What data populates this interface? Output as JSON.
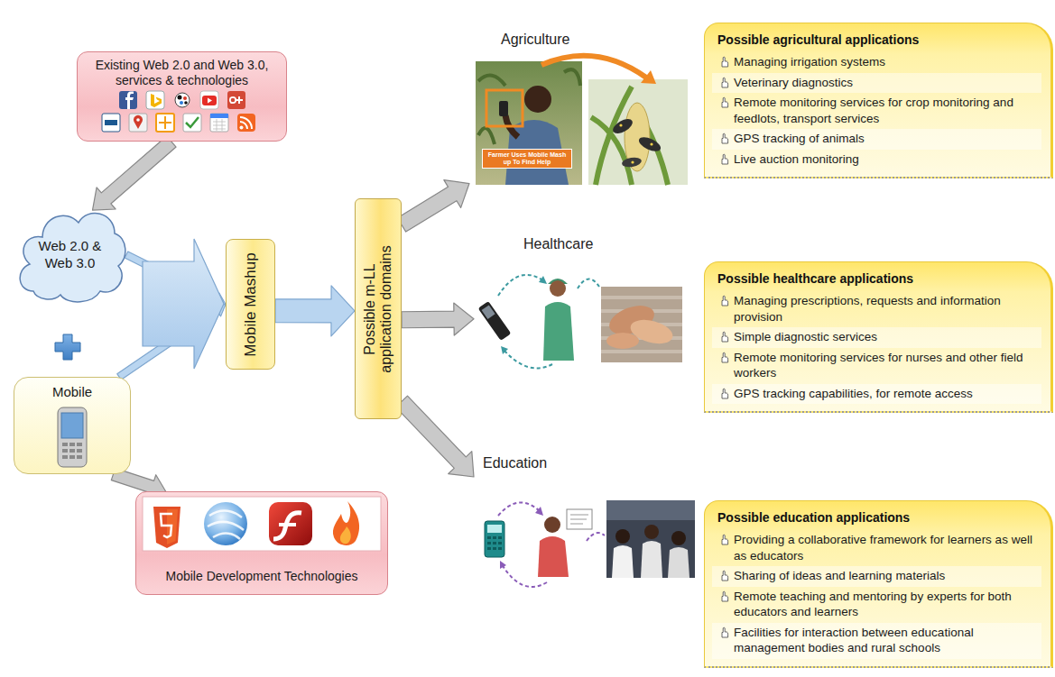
{
  "diagram": {
    "nodes": [
      {
        "text": [
          "Existing Web 2.0 and Web 3.0, services & technologies"
        ]
      },
      {
        "text": [
          "Web 2.0 & Web 3.0"
        ]
      },
      {
        "text": [
          "Mobile"
        ]
      },
      {
        "text": [
          "Mobile Mashup"
        ]
      },
      {
        "text": [
          "Possible m-LL application domains"
        ]
      },
      {
        "text": [
          "Mobile Development Technologies"
        ]
      },
      {
        "text": [
          "Agriculture"
        ]
      },
      {
        "text": [
          "Healthcare"
        ]
      },
      {
        "text": [
          "Education"
        ]
      },
      {
        "text": [
          "Possible agricultural applications",
          "Managing irrigation systems",
          "Veterinary diagnostics",
          "Remote monitoring services for crop monitoring and feedlots, transport services",
          "GPS tracking of animals",
          "Live auction monitoring"
        ]
      },
      {
        "text": [
          "Possible healthcare applications",
          "Managing prescriptions, requests and information provision",
          "Simple diagnostic services",
          "Remote monitoring services for nurses and other field workers",
          "GPS tracking capabilities, for remote access"
        ]
      },
      {
        "text": [
          "Possible education applications",
          "Providing a collaborative framework for learners as well as educators",
          "Sharing of ideas and learning materials",
          "Remote teaching and mentoring by experts for both educators and learners",
          "Facilities for interaction between educational management bodies and rural schools"
        ]
      }
    ],
    "edges": [
      {
        "from": 0,
        "to": 1,
        "arrow": "to"
      },
      {
        "from": 2,
        "to": 5,
        "arrow": "to"
      },
      {
        "from": 1,
        "to": 3,
        "arrow": "to"
      },
      {
        "from": 2,
        "to": 3,
        "arrow": "to"
      },
      {
        "from": 3,
        "to": 4,
        "arrow": "to"
      },
      {
        "from": 4,
        "to": 6,
        "arrow": "to"
      },
      {
        "from": 4,
        "to": 7,
        "arrow": "to"
      },
      {
        "from": 4,
        "to": 8,
        "arrow": "to"
      }
    ],
    "labels": [
      "Farmer Uses Mobile Mash up To Find Help"
    ]
  }
}
